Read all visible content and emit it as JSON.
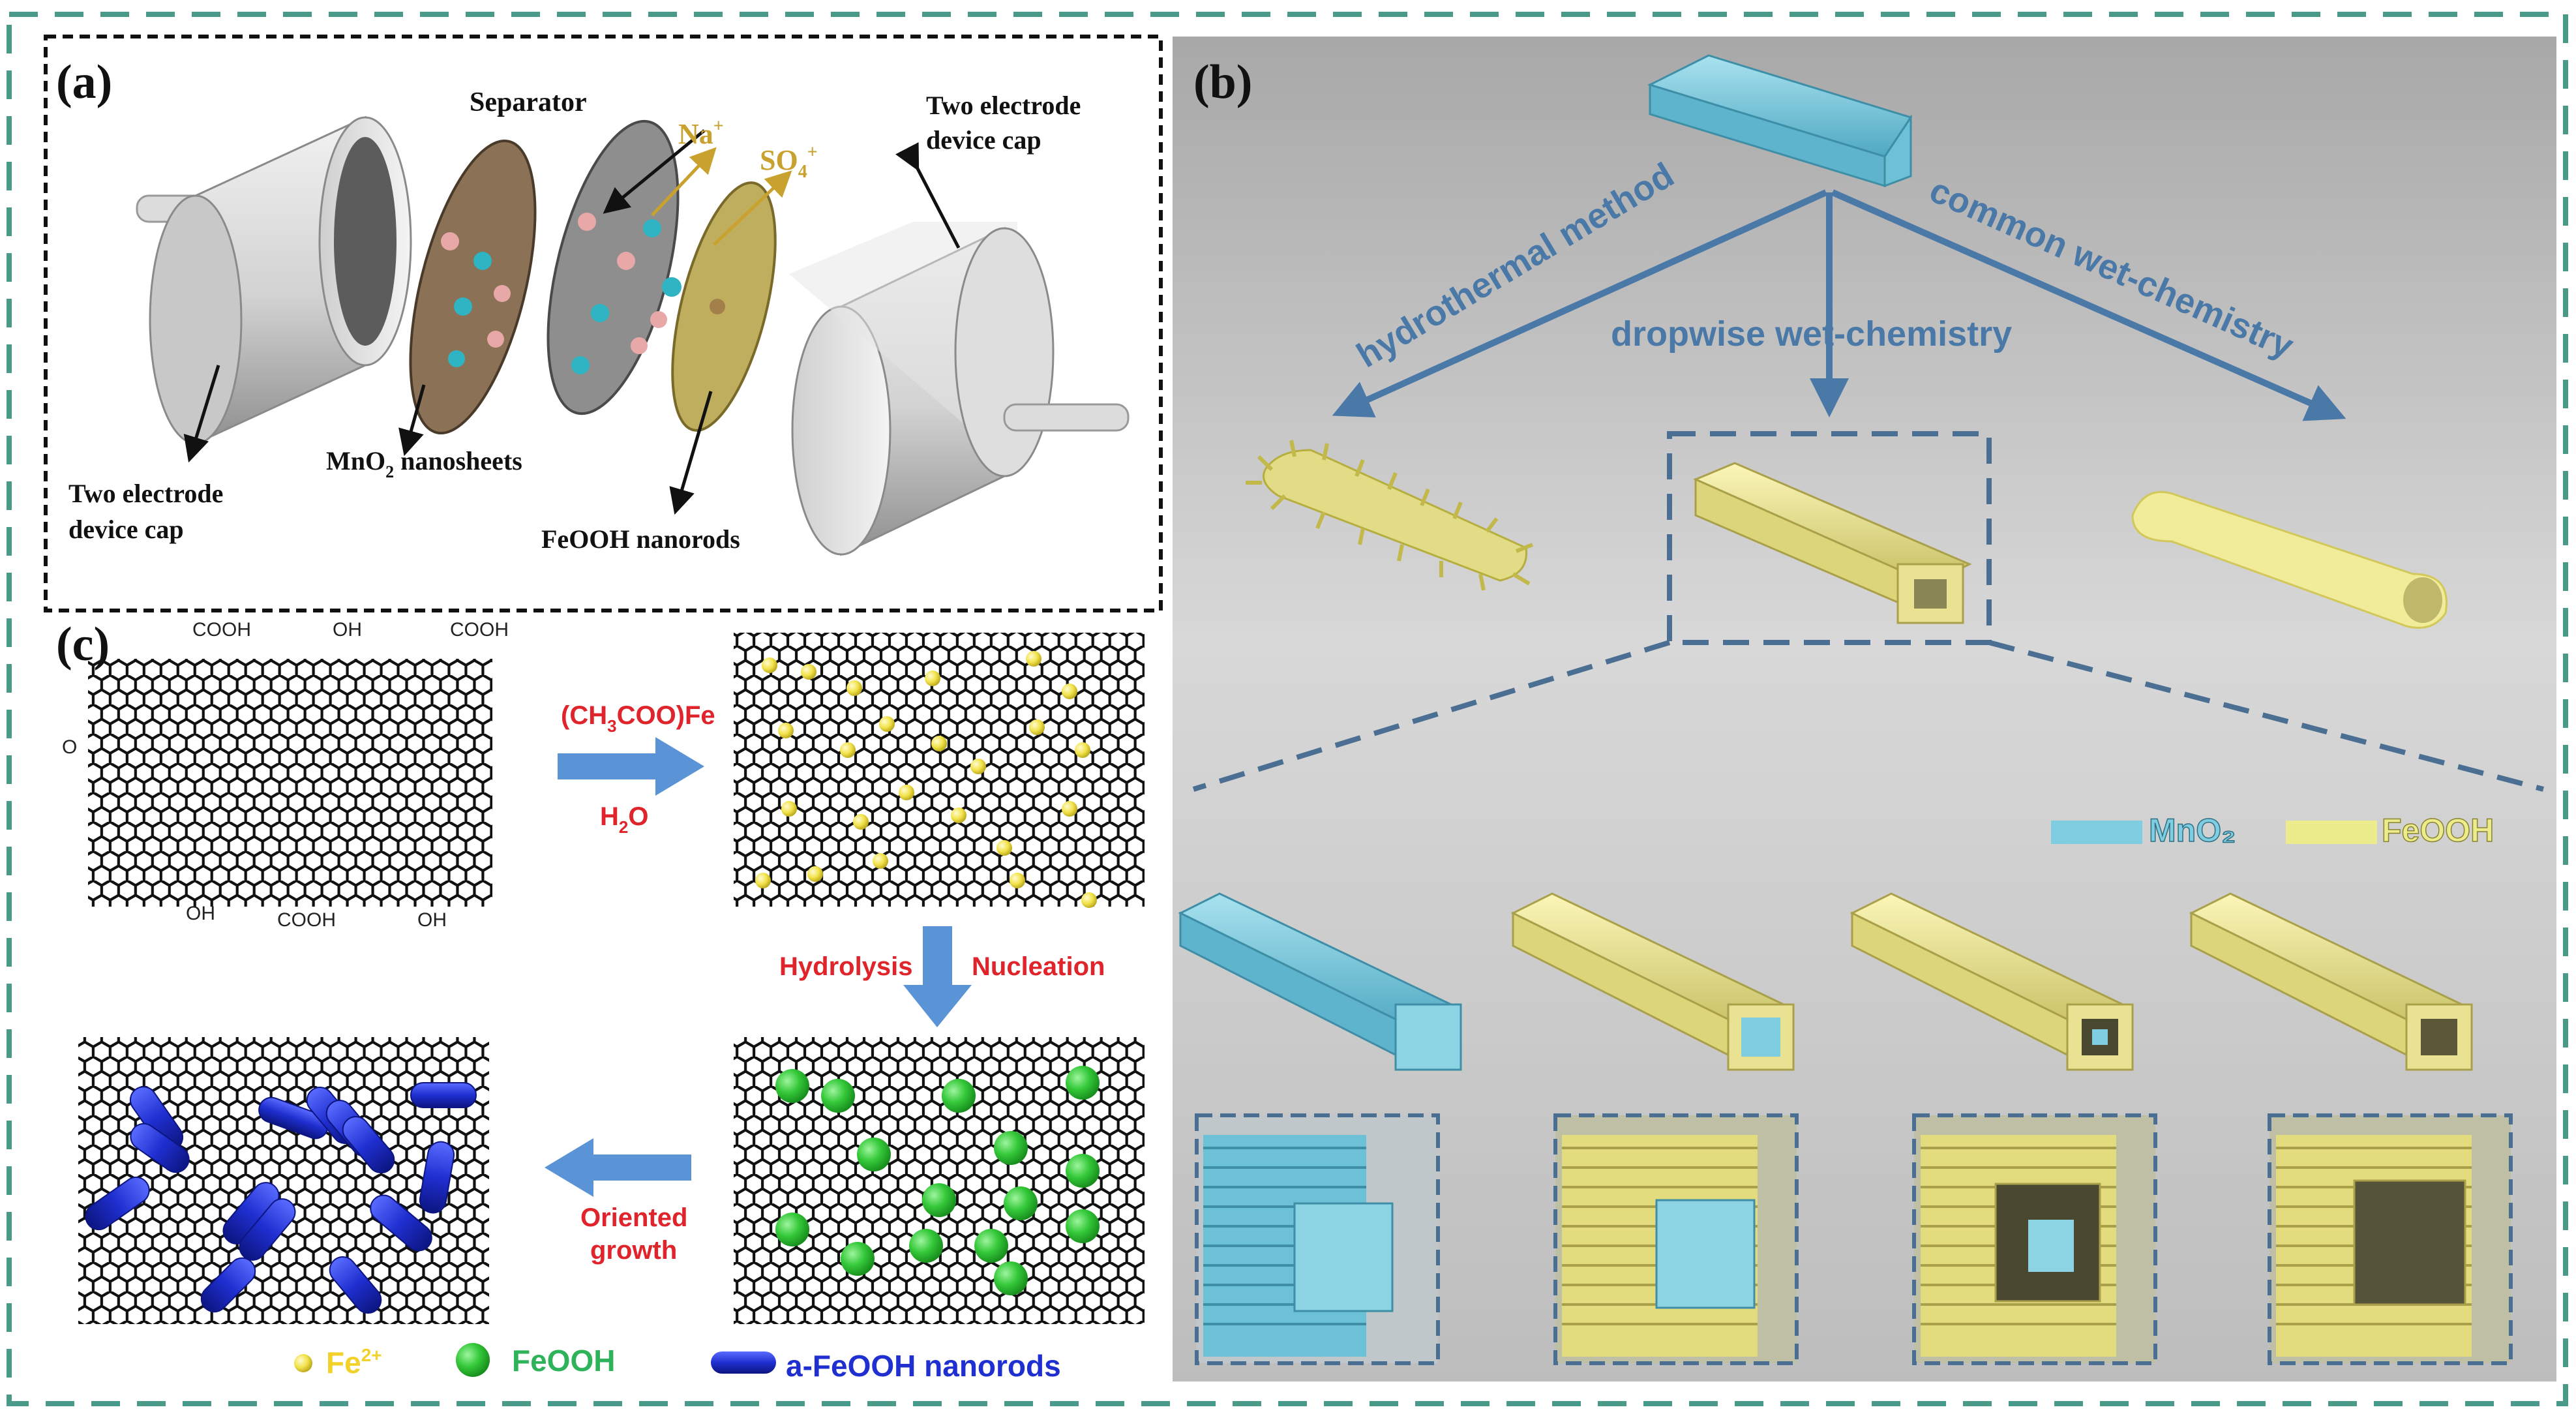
{
  "panel_a": {
    "label": "(a)",
    "separator": "Separator",
    "na_ion": {
      "base": "Na",
      "sup": "+"
    },
    "so4_ion": {
      "base": "SO",
      "sub": "4",
      "sup": "+"
    },
    "cap_right_line1": "Two electrode",
    "cap_right_line2": "device cap",
    "cap_left_line1": "Two electrode",
    "cap_left_line2": "device cap",
    "mno2": {
      "base": "MnO",
      "sub": "2",
      "rest": " nanosheets"
    },
    "feooh_nanorods": "FeOOH nanorods"
  },
  "panel_b": {
    "label": "(b)",
    "method_left": "hydrothermal method",
    "method_center": "dropwise wet-chemistry",
    "method_right": "common wet-chemistry",
    "legend_mno2": "MnO₂",
    "legend_feooh": "FeOOH"
  },
  "panel_c": {
    "label": "(c)",
    "cooh_top_left": "COOH",
    "oh_top_mid": "OH",
    "cooh_top_right": "COOH",
    "oh_bottom_left": "OH",
    "cooh_bottom": "COOH",
    "oh_bottom_right": "OH",
    "epoxy_o": "O",
    "reagent": {
      "pre": "(CH",
      "sub": "3",
      "post": "COO)Fe"
    },
    "water": {
      "pre": "H",
      "sub": "2",
      "post": "O"
    },
    "hydrolysis": "Hydrolysis",
    "nucleation": "Nucleation",
    "oriented_line1": "Oriented",
    "oriented_line2": "growth",
    "legend_fe": {
      "base": "Fe",
      "sup": "2+"
    },
    "legend_feooh": "FeOOH",
    "legend_rods": "a-FeOOH nanorods"
  },
  "colors": {
    "frame": "#4a9a8a",
    "label_red": "#e0242b",
    "arrow_blue": "#5b94d6",
    "flow_arrow": "#4a79a8",
    "mno2": "#7ecde0",
    "feooh": "#ecec8c",
    "fe_dot": "#f2e24a",
    "feooh_sphere": "#35c93a",
    "rod_blue": "#1f2fd0",
    "ion_gold": "#c9a12e",
    "ion_cyan": "#2fb4c4",
    "ion_pink": "#e8a8a8"
  }
}
